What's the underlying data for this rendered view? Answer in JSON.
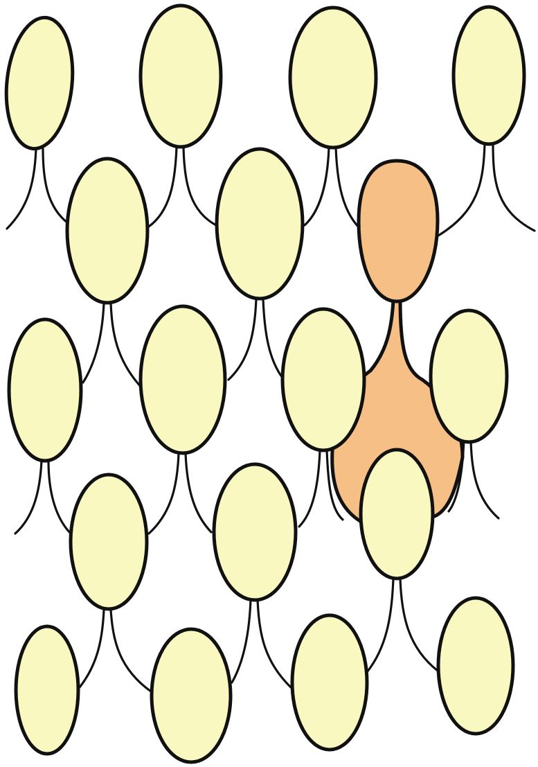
{
  "diagram": {
    "subject": "stalked-cells-lattice",
    "colors": {
      "background": "#ffffff",
      "cell_fill": "#f8f8c0",
      "highlight_fill": "#f5bf85",
      "outline": "#111111"
    },
    "cell_count": 18,
    "highlighted_cell_count": 1
  }
}
